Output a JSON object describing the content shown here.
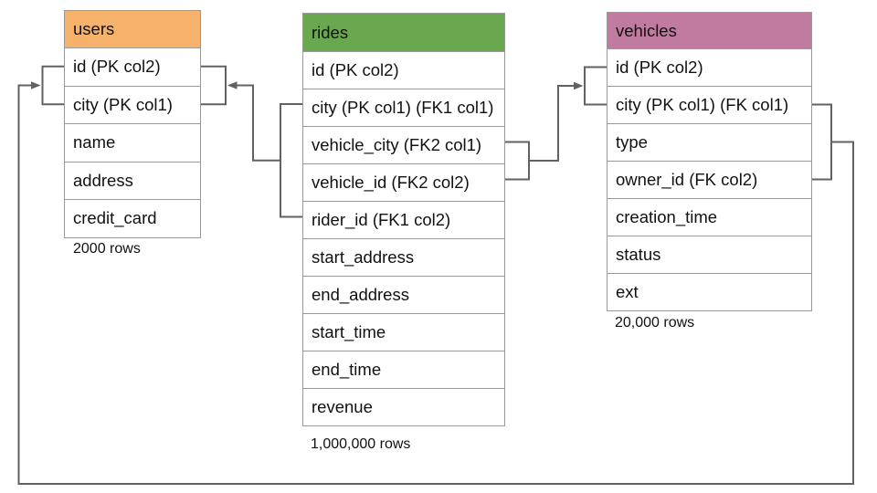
{
  "diagram": {
    "tables": [
      {
        "name": "users",
        "header_color": "#f6b26b",
        "rows": [
          "id (PK col2)",
          "city (PK col1)",
          "name",
          "address",
          "credit_card"
        ],
        "caption": "2000 rows"
      },
      {
        "name": "rides",
        "header_color": "#6aa84f",
        "rows": [
          "id (PK col2)",
          "city (PK col1) (FK1 col1)",
          "vehicle_city (FK2 col1)",
          "vehicle_id (FK2 col2)",
          "rider_id (FK1 col2)",
          "start_address",
          "end_address",
          "start_time",
          "end_time",
          "revenue"
        ],
        "caption": "1,000,000 rows"
      },
      {
        "name": "vehicles",
        "header_color": "#c27ba0",
        "rows": [
          "id (PK col2)",
          "city (PK col1) (FK col1)",
          "type",
          "owner_id (FK col2)",
          "creation_time",
          "status",
          "ext"
        ],
        "caption": "20,000 rows"
      }
    ],
    "colors": {
      "connector": "#616161",
      "cell_border": "#999999",
      "text": "#111111",
      "background": "#ffffff"
    }
  }
}
